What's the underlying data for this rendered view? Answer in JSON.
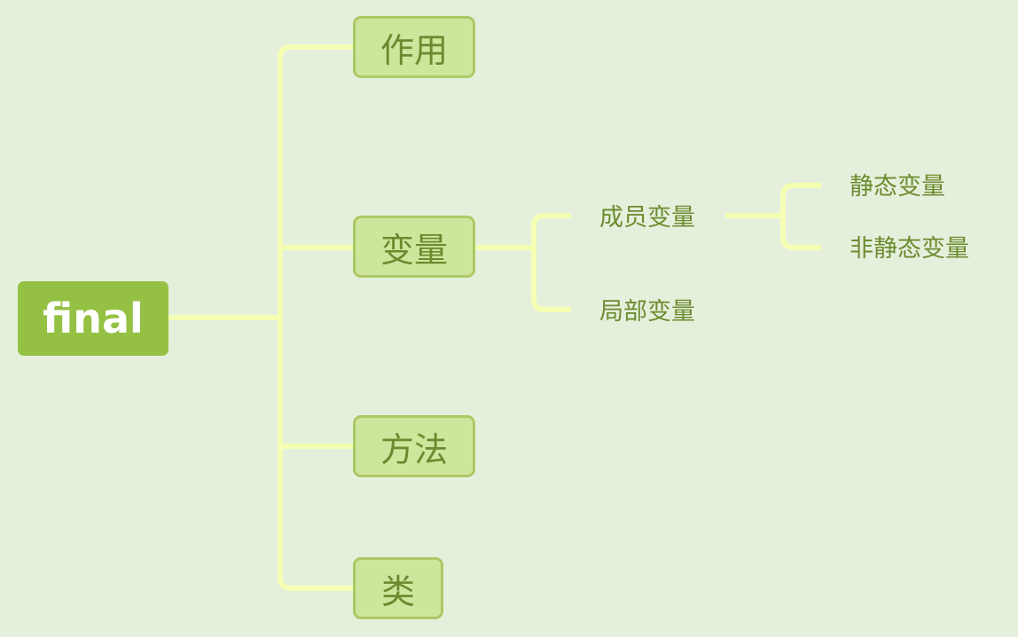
{
  "root": {
    "label": "final"
  },
  "branches": [
    {
      "label": "作用"
    },
    {
      "label": "变量"
    },
    {
      "label": "方法"
    },
    {
      "label": "类"
    }
  ],
  "variable_children": [
    {
      "label": "成员变量"
    },
    {
      "label": "局部变量"
    }
  ],
  "member_children": [
    {
      "label": "静态变量"
    },
    {
      "label": "非静态变量"
    }
  ],
  "colors": {
    "background": "#e5f0dc",
    "root_fill": "#94c143",
    "branch_fill": "#cde69c",
    "branch_border": "#acc965",
    "connector": "#f4ffb2",
    "text": "#6c8a2f"
  }
}
